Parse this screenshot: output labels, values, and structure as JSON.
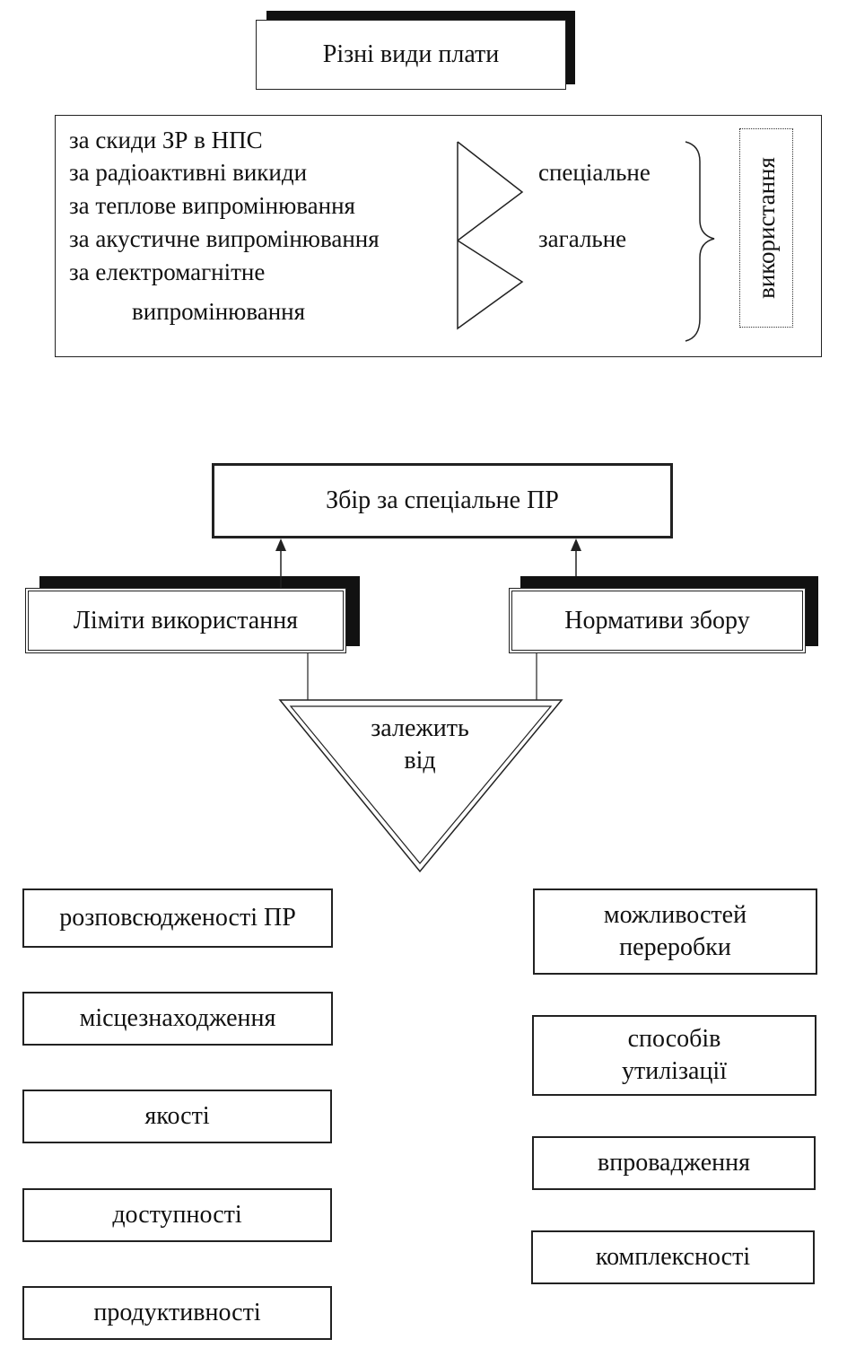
{
  "title": "Різні види плати",
  "fee_types": [
    "за скиди ЗР в НПС",
    "за радіоактивні викиди",
    "за теплове випромінювання",
    "за акустичне випромінювання",
    "за електромагнітне",
    "випромінювання"
  ],
  "usage_types": [
    "спеціальне",
    "загальне"
  ],
  "usage_label": "використання",
  "fee_title": "Збір за спеціальне ПР",
  "limits": "Ліміти використання",
  "norms": "Нормативи збору",
  "depends_line1": "залежить",
  "depends_line2": "від",
  "left_factors": [
    "розповсюдженості ПР",
    "місцезнаходження",
    "якості",
    "доступності",
    "продуктивності"
  ],
  "right_factors": [
    "можливостей",
    "переробки",
    "способів",
    "утилізації",
    "впровадження",
    "комплексності"
  ]
}
